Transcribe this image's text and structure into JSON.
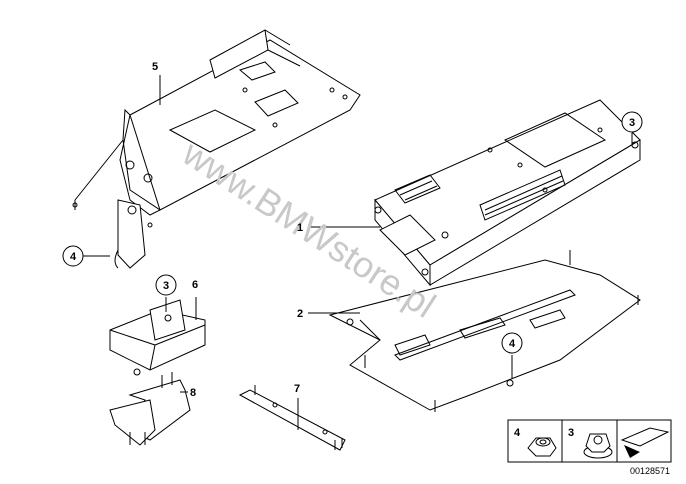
{
  "watermark": "www.BMWstore.pl",
  "part_labels": {
    "p1": "1",
    "p2": "2",
    "p3a": "3",
    "p3b": "3",
    "p4a": "4",
    "p4b": "4",
    "p5": "5",
    "p6": "6",
    "p7": "7",
    "p8": "8"
  },
  "legend": {
    "item4": "4",
    "item3": "3"
  },
  "diagram_number": "00128571",
  "icons": [
    "hex-nut-icon",
    "flange-nut-icon",
    "direction-arrow-icon"
  ]
}
